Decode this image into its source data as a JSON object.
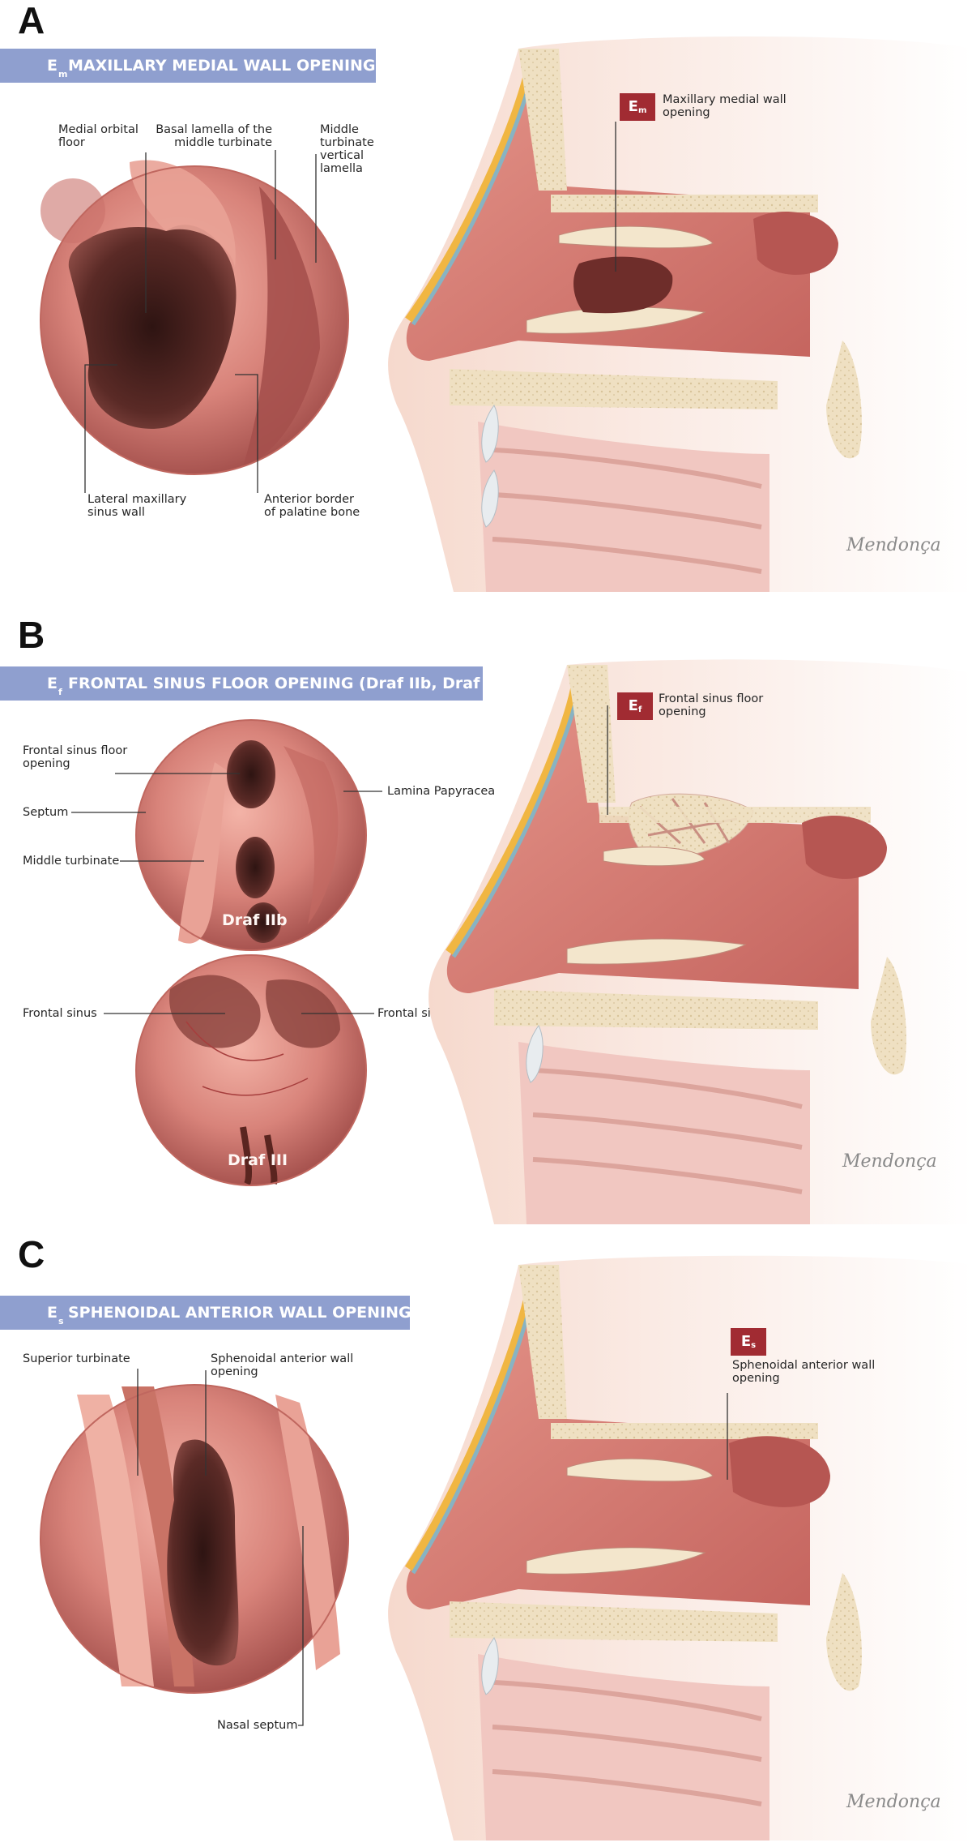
{
  "panels": [
    {
      "letter": "A",
      "bar": {
        "e": "E",
        "sub": "m",
        "title": "MAXILLARY MEDIAL WALL OPENING"
      },
      "badge": {
        "e": "E",
        "sub": "m"
      },
      "callout": "Maxillary medial wall\nopening",
      "labels": {
        "medial_orbital_floor": "Medial orbital\nfloor",
        "basal_lamella": "Basal lamella of the\nmiddle turbinate",
        "middle_turbinate_vertical": "Middle\nturbinate\nvertical\nlamella",
        "lateral_maxillary": "Lateral maxillary\nsinus wall",
        "anterior_border": "Anterior border\nof  palatine bone"
      },
      "signature": "Mendonça"
    },
    {
      "letter": "B",
      "bar": {
        "e": "E",
        "sub": "f",
        "title": "FRONTAL SINUS FLOOR OPENING (Draf IIb, Draf III)"
      },
      "badge": {
        "e": "E",
        "sub": "f"
      },
      "callout": "Frontal sinus floor\nopening",
      "labels": {
        "frontal_floor_opening": "Frontal sinus floor\nopening",
        "septum": "Septum",
        "middle_turbinate": "Middle turbinate",
        "lamina_papyracea": "Lamina Papyracea",
        "frontal_sinus_left": "Frontal sinus",
        "frontal_sinus_right": "Frontal sinus",
        "draf_iib": "Draf IIb",
        "draf_iii": "Draf III"
      },
      "signature": "Mendonça"
    },
    {
      "letter": "C",
      "bar": {
        "e": "E",
        "sub": "s",
        "title": "SPHENOIDAL ANTERIOR WALL OPENING"
      },
      "badge": {
        "e": "E",
        "sub": "s"
      },
      "callout": "Sphenoidal anterior wall\nopening",
      "labels": {
        "superior_turbinate": "Superior turbinate",
        "sphenoidal_opening": "Sphenoidal anterior wall\nopening",
        "nasal_septum": "Nasal septum"
      },
      "signature": "Mendonça"
    }
  ],
  "colors": {
    "bar": "#8f9fcf",
    "badge": "#a12b32",
    "mucosa": "#d8837a",
    "mucosa_dark": "#b95a55",
    "cavity": "#4a2320",
    "bone": "#efe0c2",
    "skin": "#f3d2c6"
  }
}
